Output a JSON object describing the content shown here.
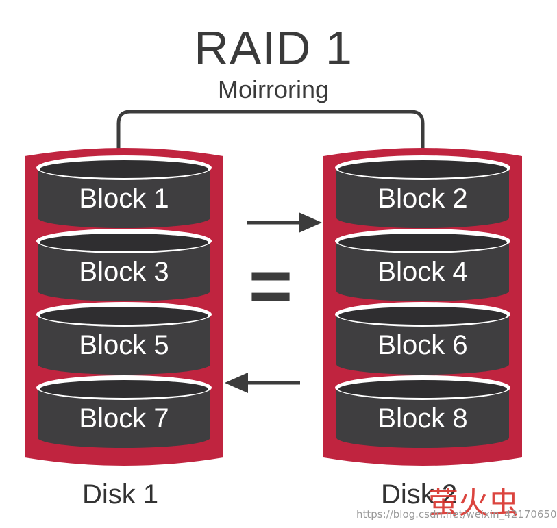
{
  "title": "RAID 1",
  "subtitle": "Moirroring",
  "disks": [
    {
      "label": "Disk 1",
      "blocks": [
        "Block 1",
        "Block 3",
        "Block 5",
        "Block 7"
      ]
    },
    {
      "label": "Disk 2",
      "blocks": [
        "Block 2",
        "Block 4",
        "Block 6",
        "Block 8"
      ]
    }
  ],
  "equals_symbol": "=",
  "colors": {
    "disk_body": "#c0243f",
    "platter": "#3f3e40",
    "platter_top": "#2f2e30",
    "platter_rim": "#ffffff",
    "block_text": "#ffffff",
    "connector": "#3c3c3c",
    "arrow": "#3c3c3c",
    "text": "#333333"
  },
  "watermark": {
    "logo": "萤火虫",
    "url": "https://blog.csdn.net/weixin_42170650"
  }
}
